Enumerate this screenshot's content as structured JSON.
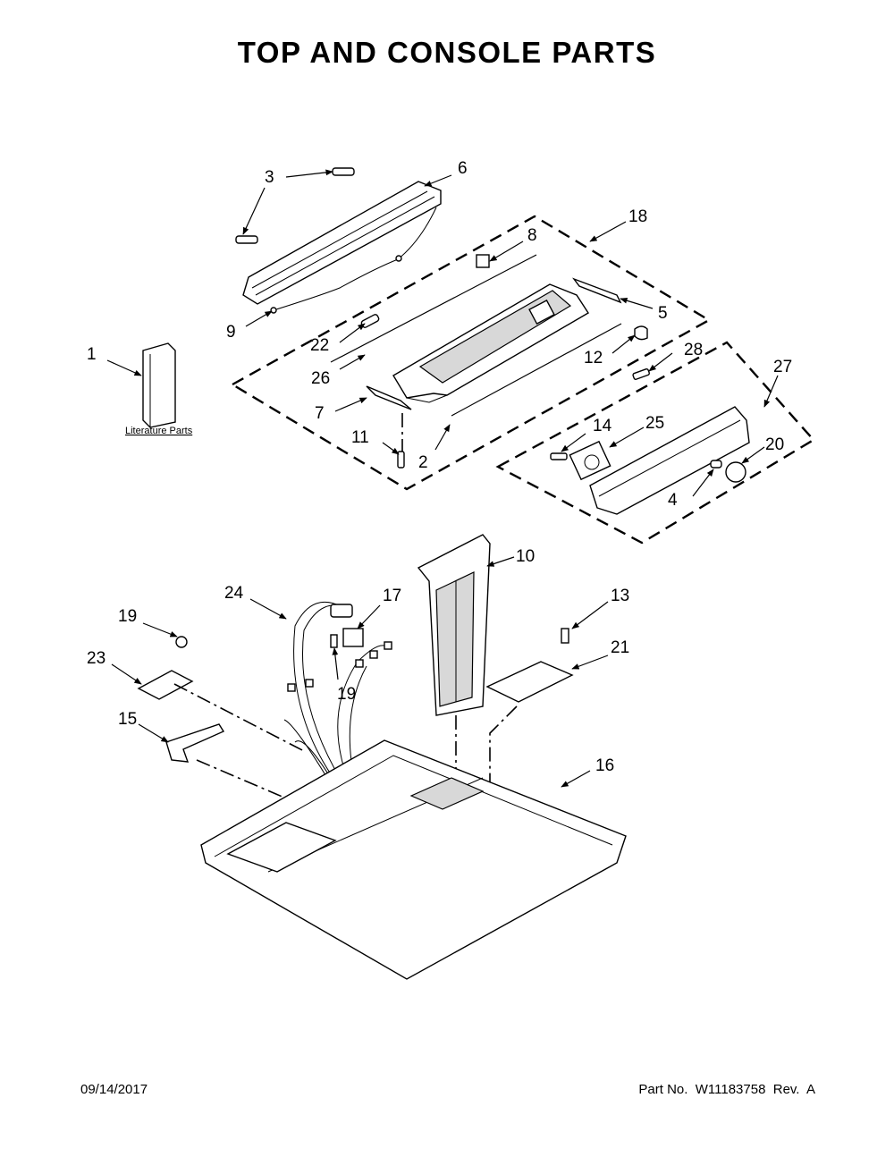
{
  "title": "TOP AND CONSOLE PARTS",
  "footer": {
    "date": "09/14/2017",
    "part_number": "Part No.  W11183758  Rev.  A"
  },
  "literature_label": "Literature Parts",
  "callouts": {
    "c1": "1",
    "c2": "2",
    "c3": "3",
    "c4": "4",
    "c5": "5",
    "c6": "6",
    "c7": "7",
    "c8": "8",
    "c9": "9",
    "c10": "10",
    "c11": "11",
    "c12": "12",
    "c13": "13",
    "c14": "14",
    "c15": "15",
    "c16": "16",
    "c17": "17",
    "c18": "18",
    "c19a": "19",
    "c19b": "19",
    "c20": "20",
    "c21": "21",
    "c22": "22",
    "c23": "23",
    "c24": "24",
    "c25": "25",
    "c26": "26",
    "c27": "27",
    "c28": "28"
  }
}
